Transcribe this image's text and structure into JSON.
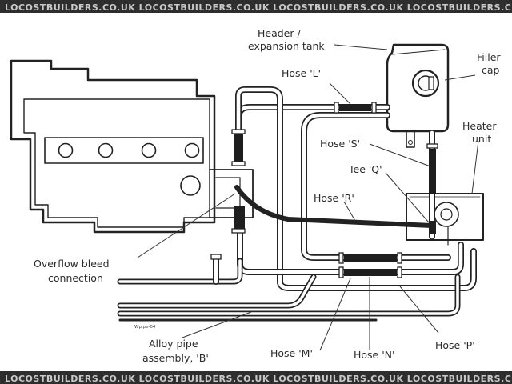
{
  "watermark": {
    "text": "LOCOSTBUILDERS.CO.UK  LOCOSTBUILDERS.CO.UK  LOCOSTBUILDERS.CO.UK  LOCOSTBUILDERS.CO.UK  LOCOSTBUILDERS.CO.UK"
  },
  "labels": {
    "header_tank_line1": "Header /",
    "header_tank_line2": "expansion tank",
    "filler_cap_line1": "Filler",
    "filler_cap_line2": "cap",
    "heater_unit_line1": "Heater",
    "heater_unit_line2": "unit",
    "hose_l": "Hose 'L'",
    "hose_s": "Hose 'S'",
    "tee_q": "Tee 'Q'",
    "hose_r": "Hose 'R'",
    "overflow_line1": "Overflow bleed",
    "overflow_line2": "connection",
    "alloy_line1": "Alloy pipe",
    "alloy_line2": "assembly, 'B'",
    "hose_m": "Hose 'M'",
    "hose_n": "Hose 'N'",
    "hose_p": "Hose 'P'",
    "drawing_ref": "Wpipe-04"
  }
}
